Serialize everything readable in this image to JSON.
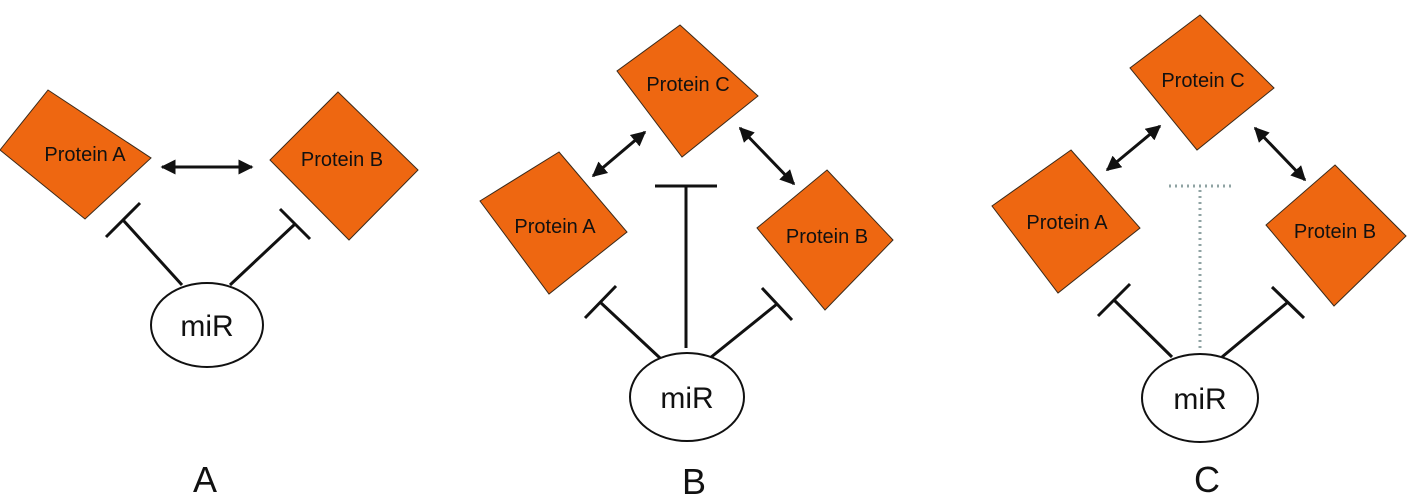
{
  "colors": {
    "protein_fill": "#ee6711",
    "line": "#111111",
    "dotted_line": "#8fa3a3"
  },
  "panels": [
    {
      "label": "A",
      "proteins": {
        "a": "Protein A",
        "b": "Protein B"
      },
      "mir": "miR"
    },
    {
      "label": "B",
      "proteins": {
        "a": "Protein A",
        "b": "Protein B",
        "c": "Protein C"
      },
      "mir": "miR"
    },
    {
      "label": "C",
      "proteins": {
        "a": "Protein A",
        "b": "Protein B",
        "c": "Protein C"
      },
      "mir": "miR"
    }
  ]
}
